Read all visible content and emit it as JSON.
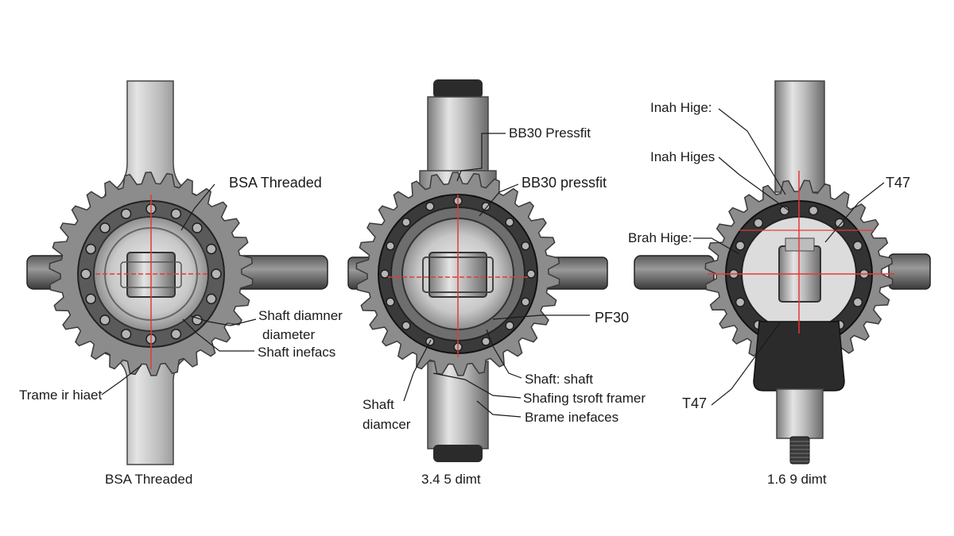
{
  "colors": {
    "metal_light": "#d6d6d6",
    "metal_mid": "#a5a5a5",
    "metal_dark": "#5c5c5c",
    "cog": "#8c8c8c",
    "ring": "#3a3a3a",
    "red_axis": "#e53935",
    "leader": "#1a1a1a"
  },
  "left": {
    "label_top": "BSA Threaded",
    "label_shaft_1": "Shaft diamner",
    "label_shaft_2": "diameter",
    "label_interface": "Shaft inefacs",
    "label_frame": "Trame ir hiaet",
    "caption": "BSA Threaded"
  },
  "center": {
    "label_pressfit_top": "BB30 Pressfit",
    "label_pressfit": "BB30 pressfit",
    "label_pf": "PF30",
    "label_shaft_shaft": "Shaft: shaft",
    "label_shafing": "Shafing tsroft framer",
    "label_brame": "Brame inefaces",
    "label_shaft_1": "Shaft",
    "label_shaft_2": "diamcer",
    "caption": "3.4 5 dimt"
  },
  "right": {
    "label_hinge_1": "Inah Hige:",
    "label_hinge_2": "Inah Higes",
    "label_hinge_3": "Brah Hige:",
    "label_t47_top": "T47",
    "label_t47_bottom": "T47",
    "caption": "1.6 9 dimt"
  }
}
